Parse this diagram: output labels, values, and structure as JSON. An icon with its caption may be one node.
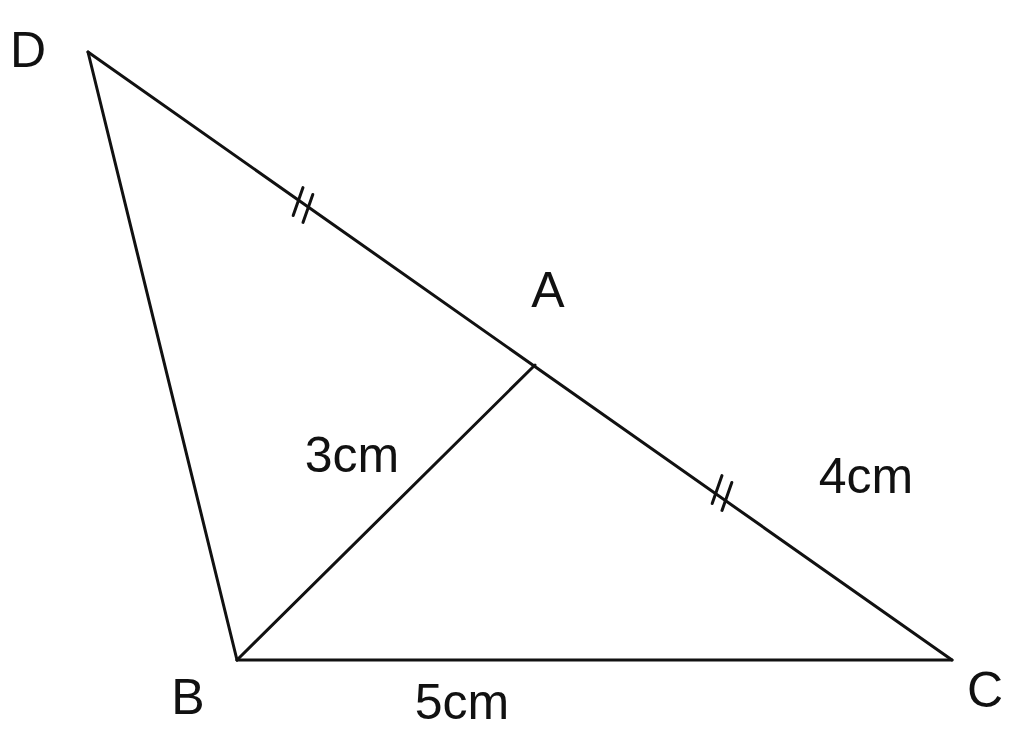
{
  "diagram": {
    "labels": [
      "D",
      "A",
      "3cm",
      "4cm",
      "B",
      "5cm",
      "C"
    ]
  }
}
